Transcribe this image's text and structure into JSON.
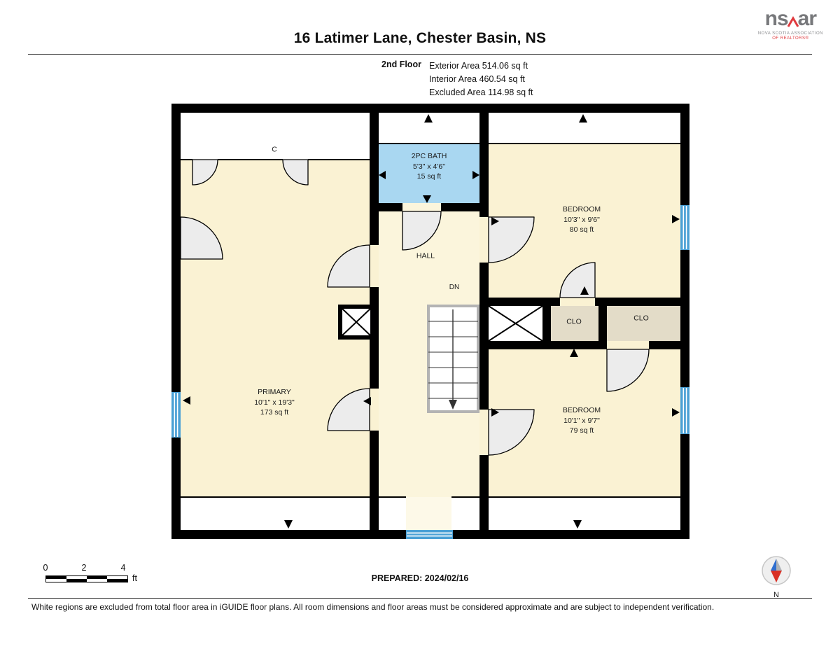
{
  "header": {
    "title": "16 Latimer Lane, Chester Basin, NS",
    "floor_label": "2nd Floor",
    "stats": [
      "Exterior Area 514.06 sq ft",
      "Interior Area 460.54 sq ft",
      "Excluded Area 114.98 sq ft"
    ]
  },
  "logo": {
    "text_left": "ns",
    "text_right": "ar",
    "caption_line1": "NOVA SCOTIA ASSOCIATION",
    "caption_line2": "OF REALTORS®"
  },
  "rooms": {
    "closet_c": {
      "label": "C"
    },
    "bath": {
      "name": "2PC BATH",
      "dims": "5'3\" x 4'6\"",
      "area": "15 sq ft"
    },
    "hall": {
      "name": "HALL"
    },
    "stairs": {
      "label": "DN"
    },
    "bedroom_top": {
      "name": "BEDROOM",
      "dims": "10'3\" x 9'6\"",
      "area": "80 sq ft"
    },
    "closet_left": {
      "name": "CLO"
    },
    "closet_right": {
      "name": "CLO"
    },
    "bedroom_bottom": {
      "name": "BEDROOM",
      "dims": "10'1\" x 9'7\"",
      "area": "79 sq ft"
    },
    "primary": {
      "name": "PRIMARY",
      "dims": "10'1\" x 19'3\"",
      "area": "173 sq ft"
    }
  },
  "footer": {
    "scale": {
      "tick0": "0",
      "tick2": "2",
      "tick4": "4",
      "unit": "ft"
    },
    "prepared": "PREPARED: 2024/02/16",
    "compass_label": "N",
    "disclaimer": "White regions are excluded from total floor area in iGUIDE floor plans. All room dimensions and floor areas must be considered approximate and are subject to independent verification."
  },
  "colors": {
    "wall": "#000000",
    "floor_cream": "#faf2d3",
    "hall_cream": "#fbf5dc",
    "bath_blue": "#a9d7f1",
    "closet_beige": "#e3dcc8",
    "window_blue": "#4aa0d5",
    "excluded_white": "#ffffff",
    "door_swing_gray": "#ececec",
    "logo_gray": "#77787b",
    "logo_red": "#e03a3e"
  }
}
